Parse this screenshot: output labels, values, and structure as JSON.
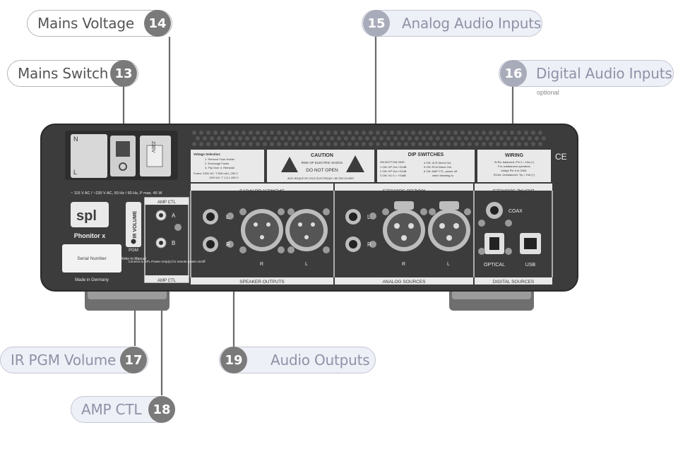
{
  "callouts": [
    {
      "id": "mains-voltage",
      "text": "Mains Voltage",
      "num": "14"
    },
    {
      "id": "mains-switch",
      "text": "Mains Switch",
      "num": "13"
    },
    {
      "id": "analog-inputs",
      "text": "Analog Audio Inputs",
      "num": "15"
    },
    {
      "id": "digital-inputs",
      "text": "Digital Audio Inputs",
      "num": "16",
      "note": "optional"
    },
    {
      "id": "ir-pgm-volume",
      "text": "IR PGM  Volume",
      "num": "17"
    },
    {
      "id": "amp-ctl",
      "text": "AMP CTL",
      "num": "18"
    },
    {
      "id": "audio-outputs",
      "text": "Audio Outputs",
      "num": "19"
    }
  ],
  "device": {
    "power_spec": "~ 115 V AC / ~230 V AC, 50 Hz / 60 Hz, P max. 45 W",
    "fuse_label": "230V",
    "logo": "spl",
    "model": "Phonitor x",
    "serial": "Serial Number",
    "made_in": "Made in Germany",
    "ir_volume": "IR VOLUME",
    "pgm": "PGM",
    "refer": "Refer to Manual",
    "amp_ctl_header": "AMP CTL",
    "amp_ctl_footer": "AMP CTL",
    "amp_a": "A",
    "amp_b": "B",
    "amp_note": "Connect to SPL Power-Amp(s) for remote power on/off",
    "voltage_title": "Voltage Selection:",
    "voltage_steps": [
      "1. Remove Fuse Holder",
      "2. Exchange Fuses",
      "3. Flip Over  4. Reinstall"
    ],
    "fuses_230": "Fuses: 230V AC: T 500 mA L 250 V",
    "fuses_115": "115V AC: T 1 A L 250 V",
    "caution_title": "CAUTION",
    "caution_line1": "RISK OF ELECTRIC SHOCK",
    "caution_line2": "DO NOT OPEN",
    "caution_line3": "AVIS: RISQUE DE CHOC ÉLECTRIQUE • NE PAS OUVRIR",
    "dip_title": "DIP SWITCHES",
    "dip_sub": "ON BOTTOM SIDE:",
    "dip_left": [
      "1 ON: HP Out +22dB",
      "2 ON: HP Out +22dB",
      "3 ON: VU 0 = +10dB"
    ],
    "dip_right": [
      "4 ON: XLR Direct Out",
      "5 ON: RCA Direct Out",
      "6 ON: AMP CTL: power off",
      "when listening to"
    ],
    "wiring_title": "WIRING",
    "wiring_lines": [
      "XLRs: balanced, Pin 2 = Hot (+)",
      "For unbalanced operation",
      "bridge Pin 3 to GND.",
      "RCAs: Unbalanced, Tip = Hot (+)"
    ],
    "speaker_top": "SPEAKER OUTPUTS",
    "speaker_bottom": "SPEAKER OUTPUTS",
    "analog_top": "ANALOG SOURCES",
    "analog_bottom": "ANALOG SOURCES",
    "digital_top": "DIGITAL SOURCES",
    "digital_bottom": "DIGITAL SOURCES",
    "coax": "COAX",
    "optical": "OPTICAL",
    "usb": "USB",
    "L": "L",
    "R": "R",
    "N": "N",
    "ce": "CE"
  },
  "colors": {
    "chassis": "#3c3c3c",
    "chassis_edge": "#2a2a2a",
    "panel": "#e9e9e9",
    "callout_dark": "#7a7a7a",
    "callout_light": "#a8abb9",
    "leader": "#6a6a6a"
  }
}
